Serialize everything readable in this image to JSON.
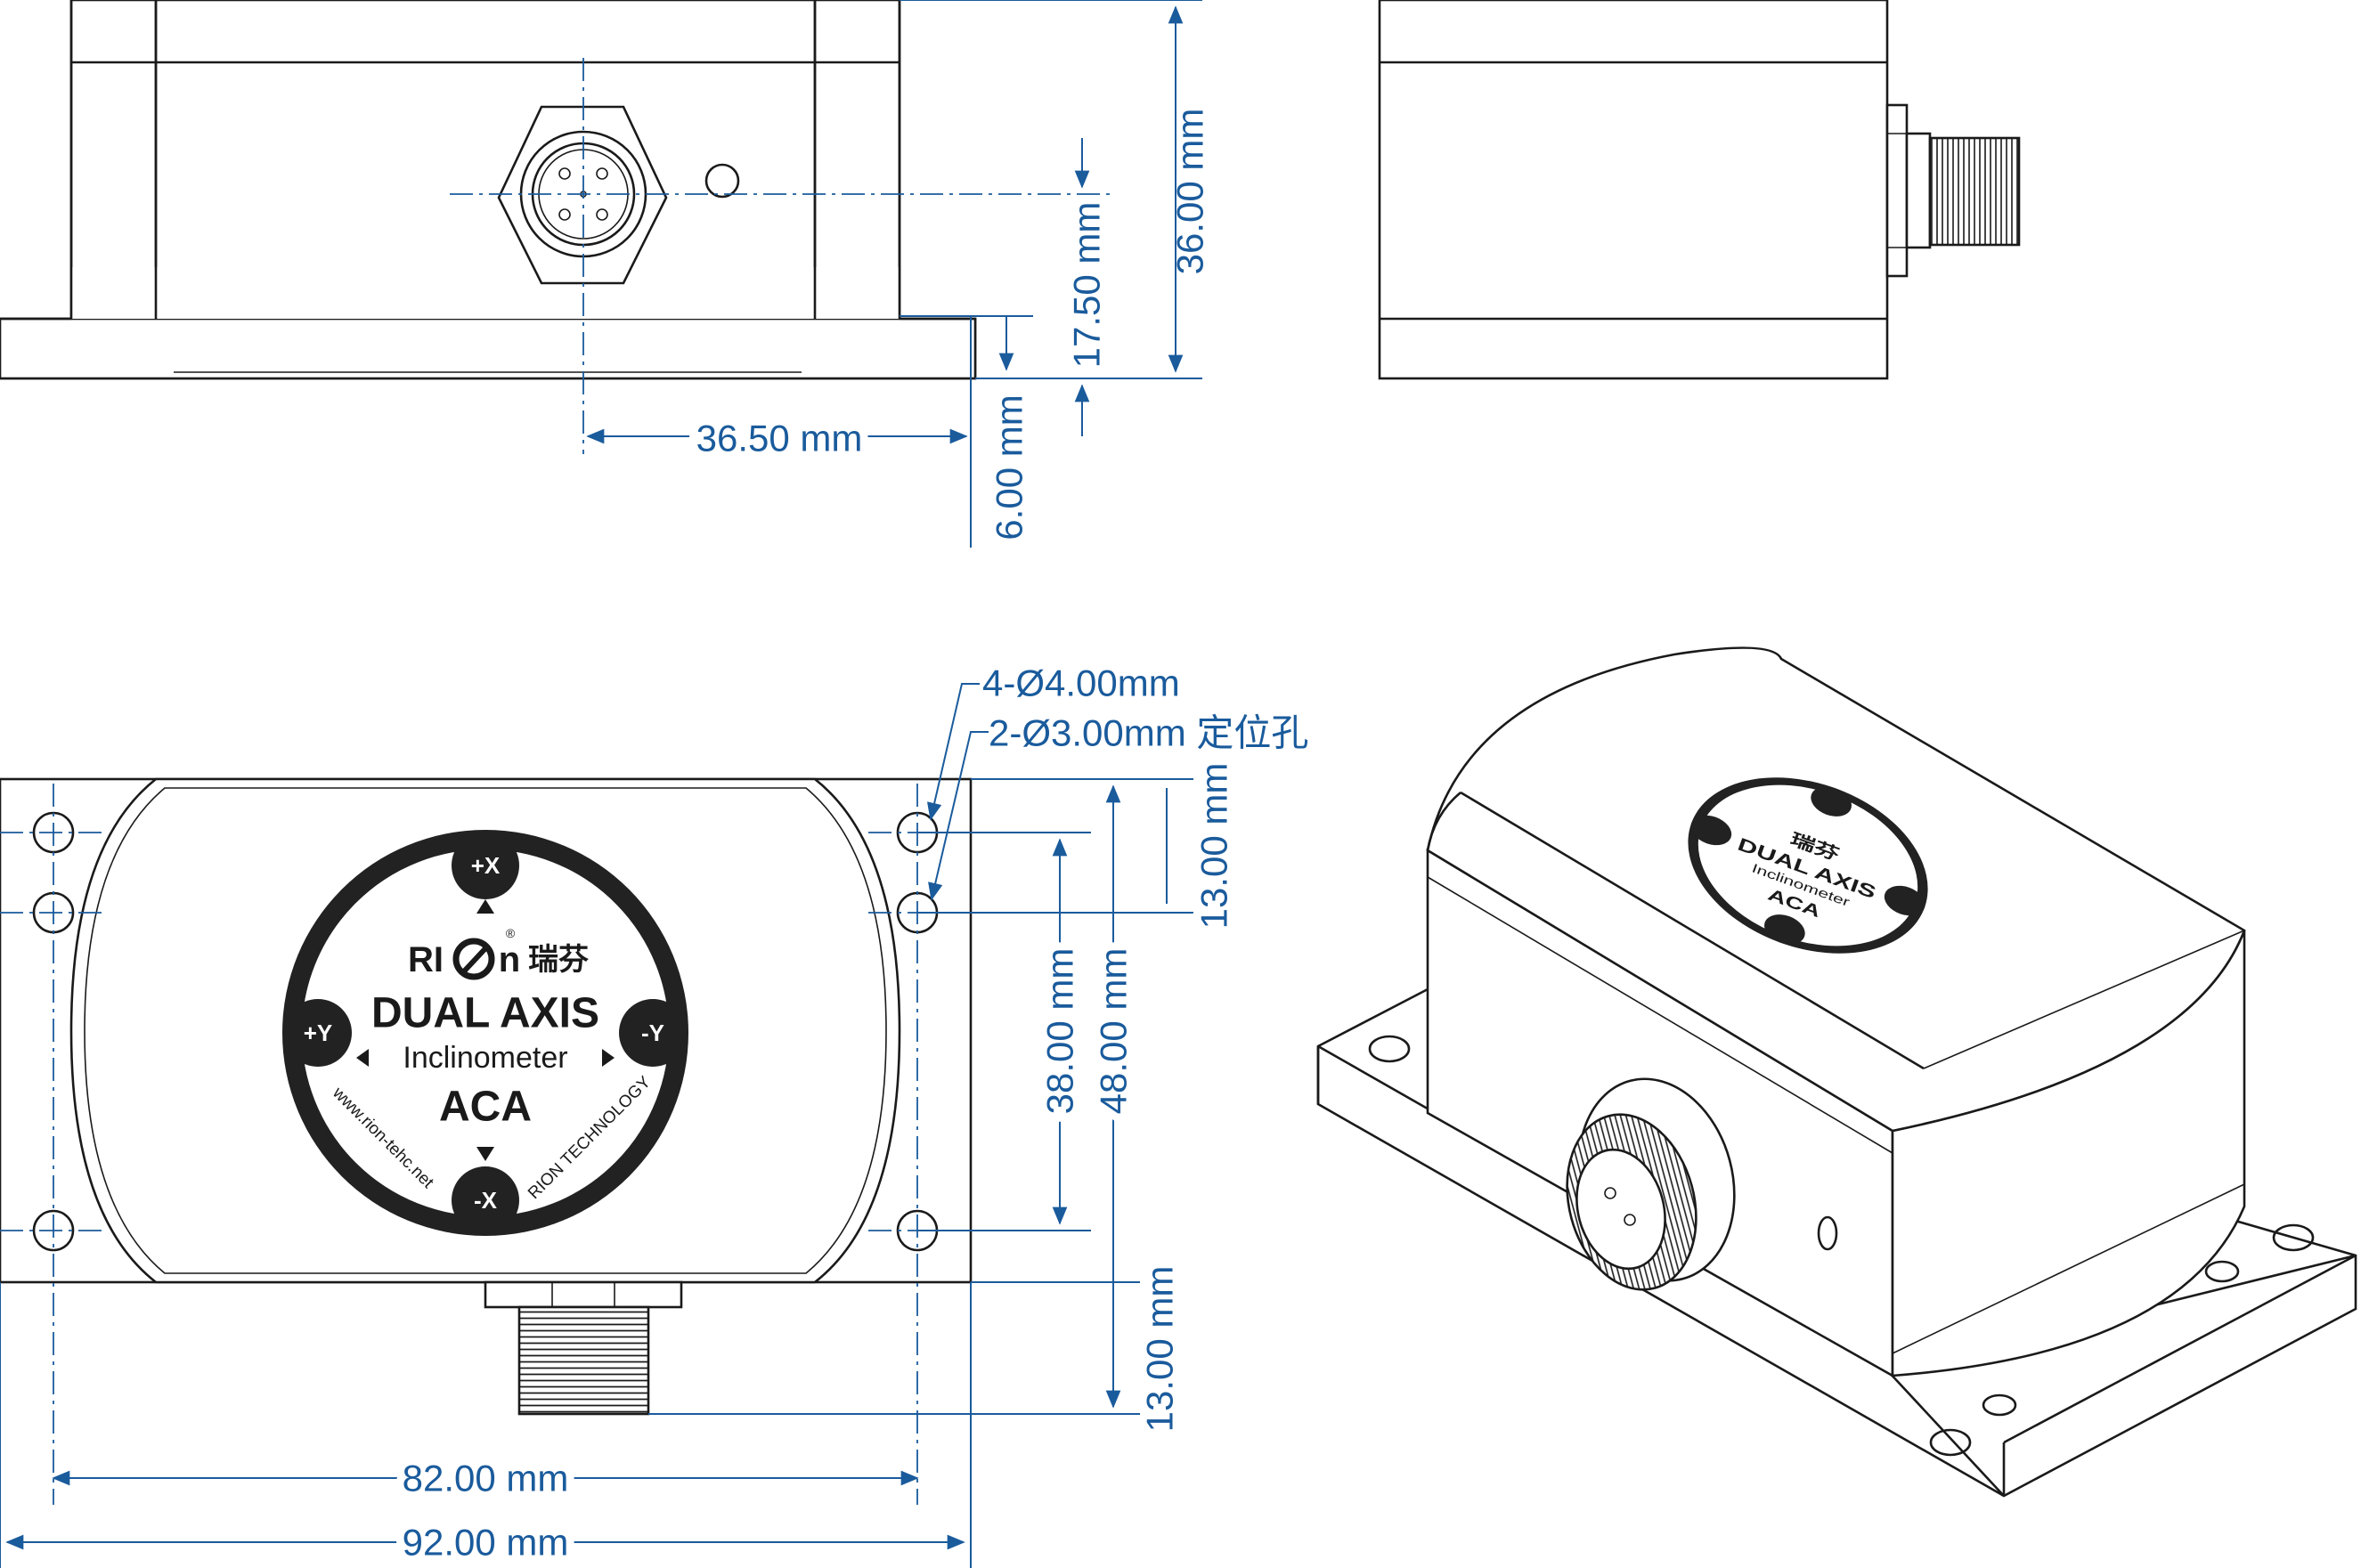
{
  "colors": {
    "dimension": "#1a5b9c",
    "outline": "#1a1a1a",
    "badge": "#222222"
  },
  "dimensions": {
    "height_total": "36.00 mm",
    "connector_height": "17.50 mm",
    "base_thickness": "6.00 mm",
    "connector_offset": "36.50 mm",
    "hole_spacing_small": "38.00 mm",
    "hole_spacing_large": "48.00 mm",
    "hole_offset_top": "13.00 mm",
    "connector_length": "13.00 mm",
    "hole_span": "82.00 mm",
    "total_length": "92.00 mm",
    "mount_holes": "4-Ø4.00mm",
    "locating_holes": "2-Ø3.00mm 定位孔"
  },
  "label": {
    "brand": "RI",
    "brand_tail": "n",
    "brand_cn": "瑞芬",
    "registered": "®",
    "model_line": "DUAL AXIS",
    "type_line": "Inclinometer",
    "code": "ACA",
    "website": "www.rion-tehc.net",
    "company": "RION TECHNOLOGY",
    "axis_px": "+X",
    "axis_nx": "-X",
    "axis_py": "+Y",
    "axis_ny": "-Y"
  }
}
